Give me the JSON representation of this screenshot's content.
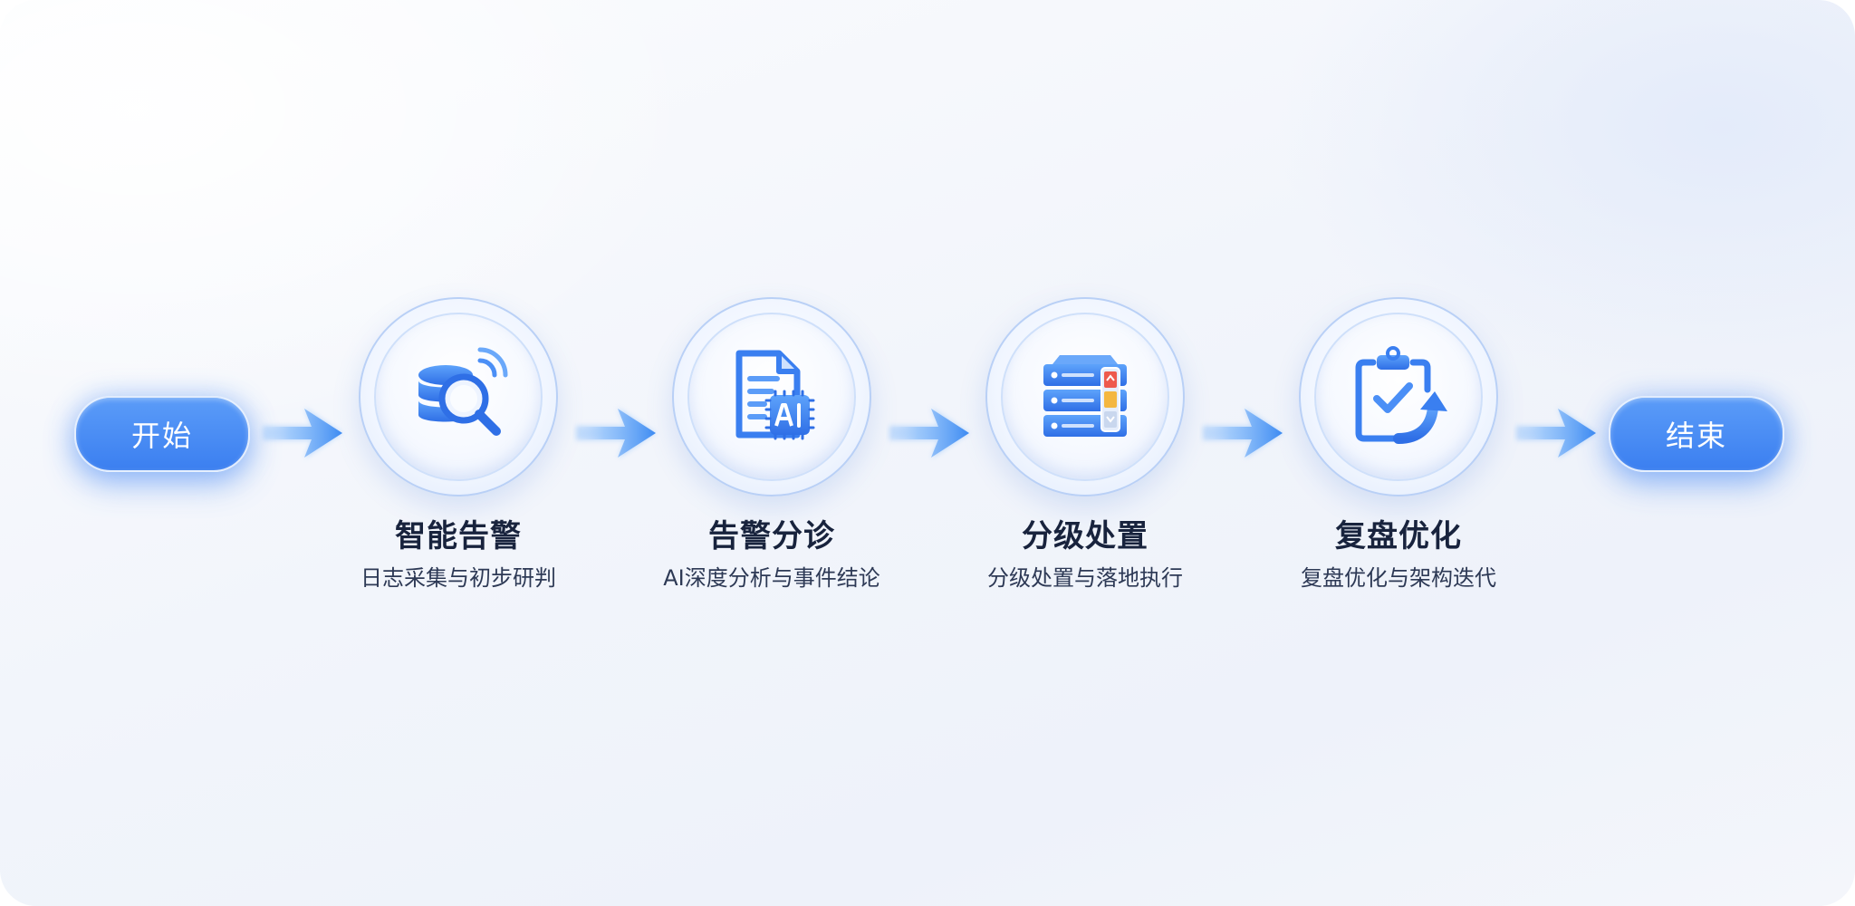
{
  "flow": {
    "start_label": "开始",
    "end_label": "结束",
    "steps": [
      {
        "title": "智能告警",
        "subtitle": "日志采集与初步研判",
        "icon": "database-search-icon"
      },
      {
        "title": "告警分诊",
        "subtitle": "AI深度分析与事件结论",
        "icon": "document-ai-chip-icon"
      },
      {
        "title": "分级处置",
        "subtitle": "分级处置与落地执行",
        "icon": "server-stack-icon"
      },
      {
        "title": "复盘优化",
        "subtitle": "复盘优化与架构迭代",
        "icon": "clipboard-check-refresh-icon"
      }
    ]
  },
  "colors": {
    "accent": "#3b7ff0",
    "accent_light": "#6aa8fa",
    "title_text": "#18233d",
    "subtitle_text": "#2d3955"
  }
}
